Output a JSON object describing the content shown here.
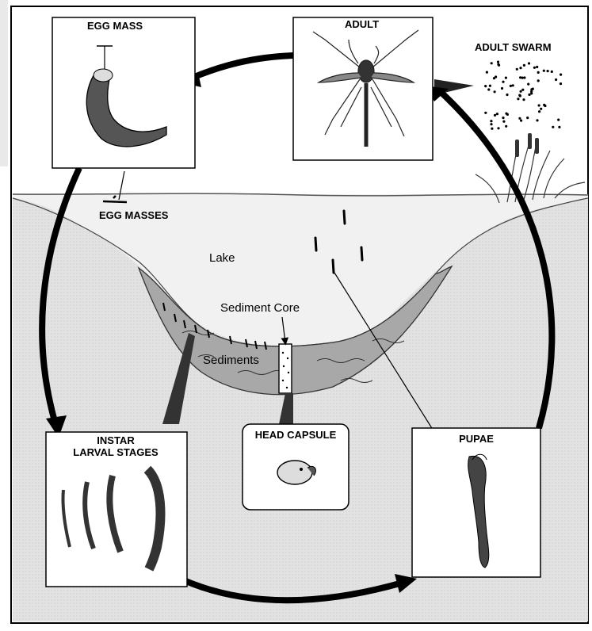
{
  "labels": {
    "egg_mass": "EGG MASS",
    "adult": "ADULT",
    "adult_swarm": "ADULT SWARM",
    "egg_masses": "EGG MASSES",
    "lake": "Lake",
    "sediment_core": "Sediment Core",
    "sediments": "Sediments",
    "instar_line1": "INSTAR",
    "instar_line2": "LARVAL STAGES",
    "head_capsule": "HEAD CAPSULE",
    "pupae": "PUPAE"
  },
  "colors": {
    "line": "#000000",
    "water": "#e6e6e6",
    "sediment": "#a9a9a9",
    "panel": "#ffffff",
    "insect": "#2b2b2b"
  }
}
